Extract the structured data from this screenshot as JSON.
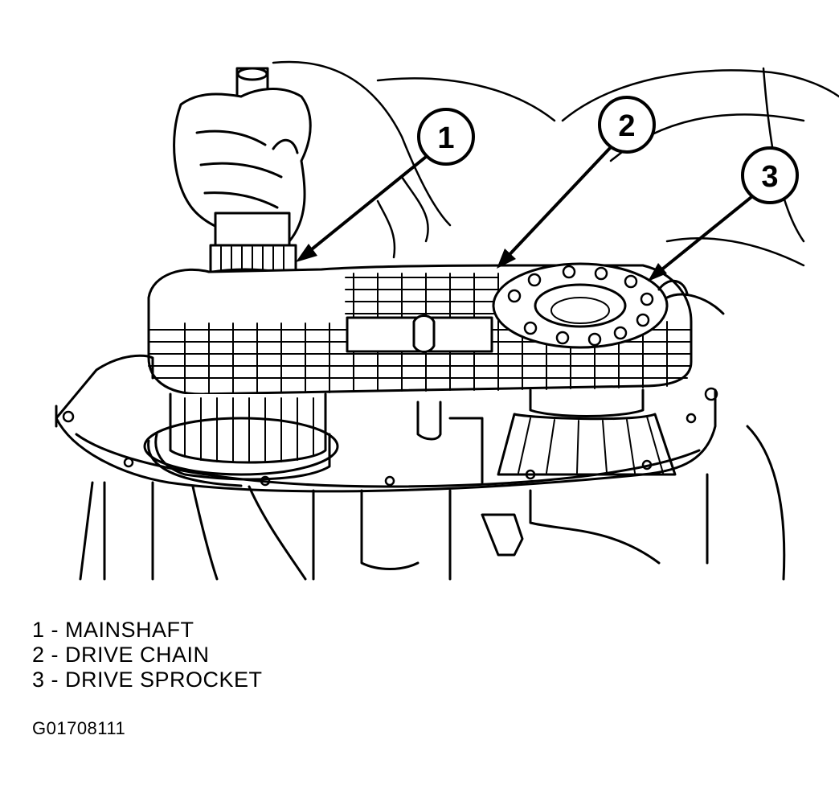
{
  "callouts": [
    {
      "number": "1"
    },
    {
      "number": "2"
    },
    {
      "number": "3"
    }
  ],
  "legend": [
    {
      "text": "1 - MAINSHAFT"
    },
    {
      "text": "2 - DRIVE CHAIN"
    },
    {
      "text": "3 - DRIVE SPROCKET"
    }
  ],
  "figure_id": "G01708111"
}
